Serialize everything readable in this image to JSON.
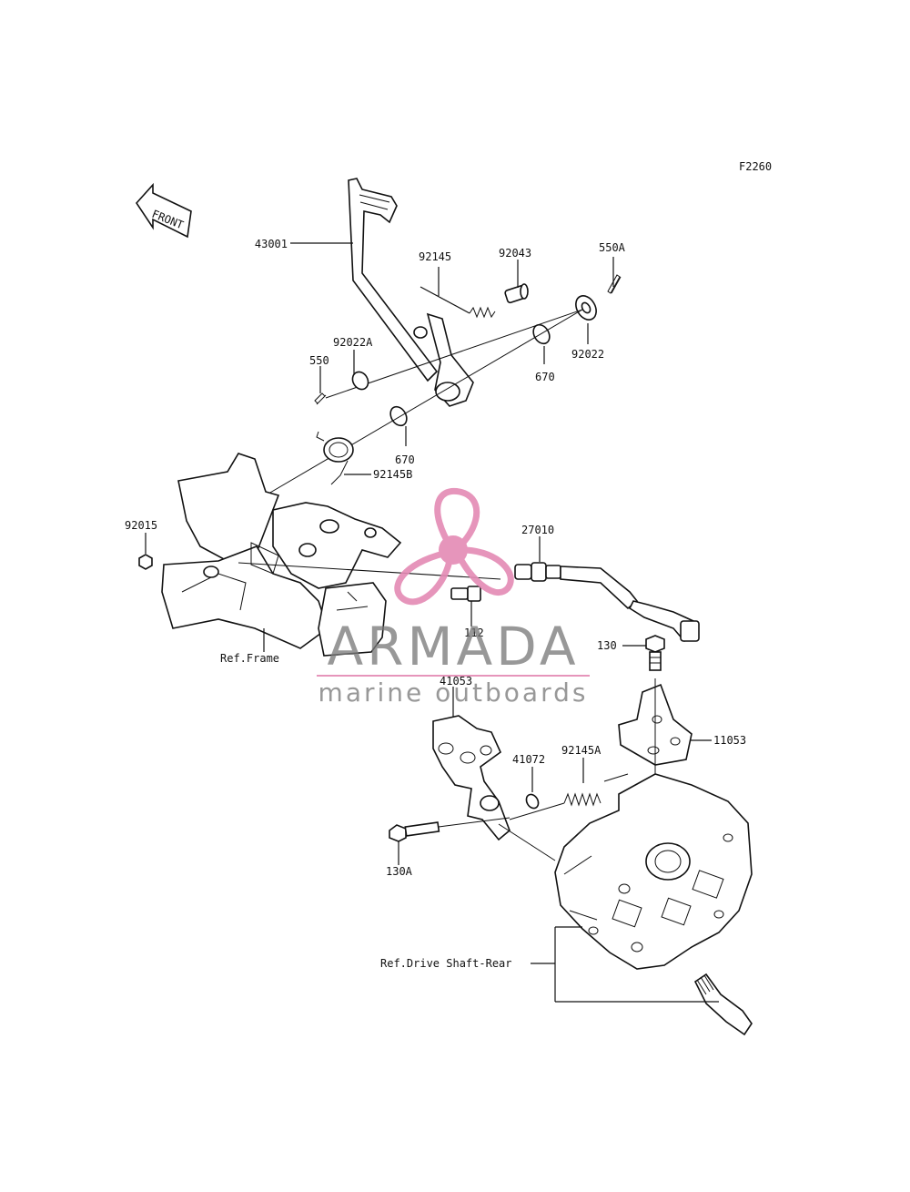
{
  "diagram": {
    "code": "F2260",
    "front_label": "FRONT",
    "labels": {
      "p43001": "43001",
      "p92145": "92145",
      "p92043": "92043",
      "p550A": "550A",
      "p92022A": "92022A",
      "p550": "550",
      "p670a": "670",
      "p92022": "92022",
      "p670b": "670",
      "p92145B": "92145B",
      "p92015": "92015",
      "p27010": "27010",
      "p112": "112",
      "refFrame": "Ref.Frame",
      "p130": "130",
      "p41053": "41053",
      "p41072": "41072",
      "p92145A": "92145A",
      "p11053": "11053",
      "p130A": "130A",
      "refDrive": "Ref.Drive Shaft-Rear"
    }
  },
  "watermark": {
    "brand": "ARMADA",
    "tagline": "marine outboards",
    "logo_color": "#e48ab4",
    "line_color": "#e48ab4"
  }
}
